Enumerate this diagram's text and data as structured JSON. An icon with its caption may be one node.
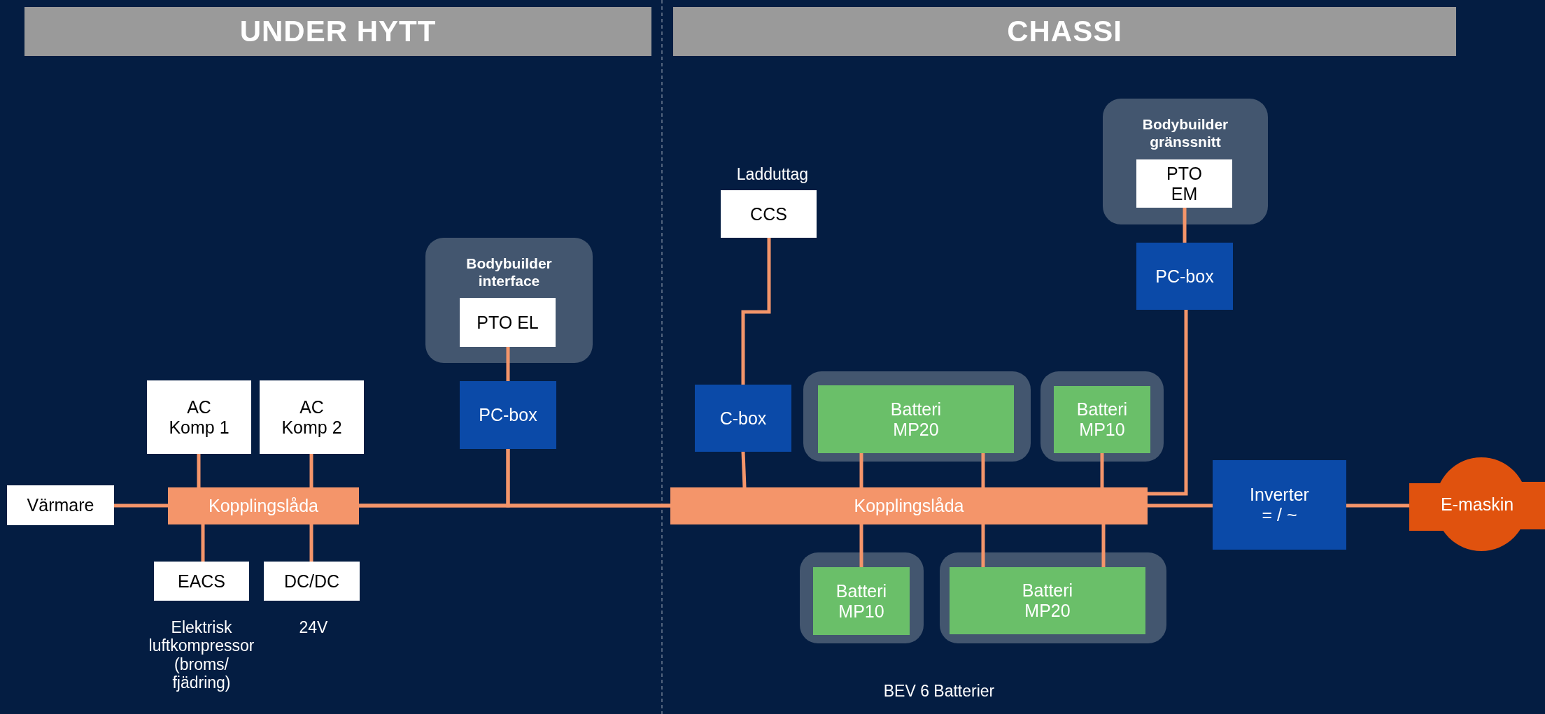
{
  "diagram": {
    "nodes": [
      {
        "text": [
          "UNDER HYTT"
        ]
      },
      {
        "text": [
          "CHASSI"
        ]
      },
      {
        "text": [
          "Värmare"
        ]
      },
      {
        "text": [
          "AC Komp 1"
        ]
      },
      {
        "text": [
          "AC Komp 2"
        ]
      },
      {
        "text": [
          "Kopplingslåda"
        ]
      },
      {
        "text": [
          "EACS"
        ],
        "beside": [
          "Elektrisk luftkompressor (broms/ fjädring)"
        ]
      },
      {
        "text": [
          "DC/DC"
        ],
        "beside": [
          "24V"
        ]
      },
      {
        "text": [
          "Bodybuilder interface"
        ]
      },
      {
        "text": [
          "PTO EL"
        ],
        "in": 8
      },
      {
        "text": [
          "PC-box"
        ]
      },
      {
        "text": [
          "CCS"
        ],
        "beside": [
          "Ladduttag"
        ]
      },
      {
        "text": [
          "C-box"
        ]
      },
      {
        "text": [
          "Bodybuilder gränssnitt"
        ]
      },
      {
        "text": [
          "PTO EM"
        ],
        "in": 13
      },
      {
        "text": [
          "PC-box"
        ]
      },
      {
        "text": [],
        "shape": "box"
      },
      {
        "text": [
          "Batteri MP20"
        ],
        "in": 16
      },
      {
        "text": [],
        "shape": "box"
      },
      {
        "text": [
          "Batteri MP10"
        ],
        "in": 18
      },
      {
        "text": [
          "Kopplingslåda"
        ]
      },
      {
        "text": [
          "Inverter = / ~"
        ]
      },
      {
        "text": [
          "E-maskin"
        ]
      },
      {
        "text": [],
        "shape": "box"
      },
      {
        "text": [
          "Batteri MP10"
        ],
        "in": 23
      },
      {
        "text": [],
        "shape": "box"
      },
      {
        "text": [
          "Batteri MP20"
        ],
        "in": 25
      }
    ],
    "edges": [
      {
        "from": 2,
        "to": 5,
        "arrow": "none"
      },
      {
        "from": 3,
        "to": 5,
        "arrow": "none"
      },
      {
        "from": 4,
        "to": 5,
        "arrow": "none"
      },
      {
        "from": 5,
        "to": 6,
        "arrow": "none"
      },
      {
        "from": 5,
        "to": 7,
        "arrow": "none"
      },
      {
        "from": 9,
        "to": 10,
        "arrow": "none"
      },
      {
        "from": 10,
        "to": 5,
        "arrow": "none"
      },
      {
        "from": 10,
        "to": 20,
        "arrow": "none"
      },
      {
        "from": 5,
        "to": 20,
        "arrow": "none"
      },
      {
        "from": 11,
        "to": 12,
        "arrow": "none"
      },
      {
        "from": 12,
        "to": 20,
        "arrow": "none"
      },
      {
        "from": 14,
        "to": 15,
        "arrow": "none"
      },
      {
        "from": 15,
        "to": 20,
        "arrow": "none"
      },
      {
        "from": 17,
        "to": 20,
        "arrow": "none"
      },
      {
        "from": 17,
        "to": 20,
        "arrow": "none"
      },
      {
        "from": 19,
        "to": 20,
        "arrow": "none"
      },
      {
        "from": 20,
        "to": 24,
        "arrow": "none"
      },
      {
        "from": 20,
        "to": 26,
        "arrow": "none"
      },
      {
        "from": 20,
        "to": 26,
        "arrow": "none"
      },
      {
        "from": 20,
        "to": 21,
        "arrow": "none"
      },
      {
        "from": 21,
        "to": 22,
        "arrow": "none"
      }
    ],
    "labels": [
      "BEV 6 Batterier"
    ]
  }
}
